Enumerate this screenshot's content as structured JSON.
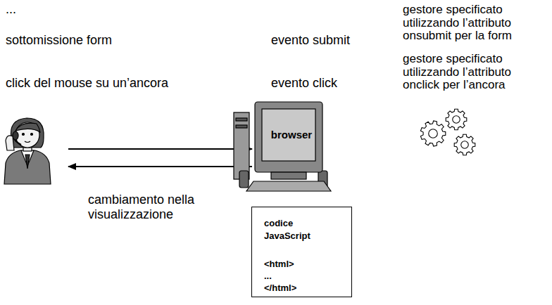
{
  "diagram": {
    "nodes": [
      {
        "text": [
          "browser"
        ]
      },
      {
        "text": [
          "codice JavaScript",
          "<html>",
          "...",
          "</html>"
        ]
      }
    ],
    "labels": [
      "...",
      "sottomissione form",
      "evento submit",
      "gestore specificato utilizzando l’attributo onsubmit per la form",
      "click del mouse su un’ancora",
      "evento click",
      "gestore specificato utilizzando l’attributo onclick per l’ancora",
      "cambiamento nella visualizzazione"
    ]
  }
}
